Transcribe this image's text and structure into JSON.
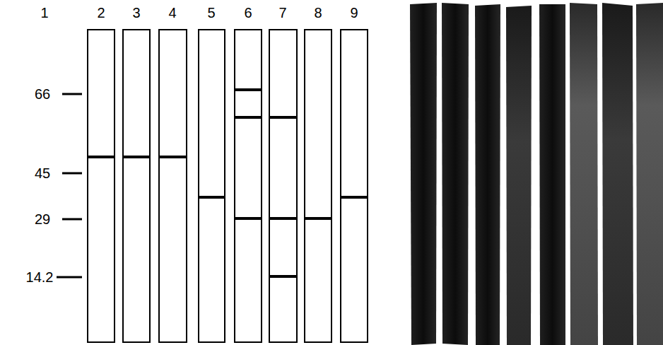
{
  "diagram": {
    "labels": [
      "1",
      "2",
      "3",
      "4",
      "5",
      "6",
      "7",
      "8",
      "9",
      "66",
      "45",
      "29",
      "14.2"
    ]
  }
}
